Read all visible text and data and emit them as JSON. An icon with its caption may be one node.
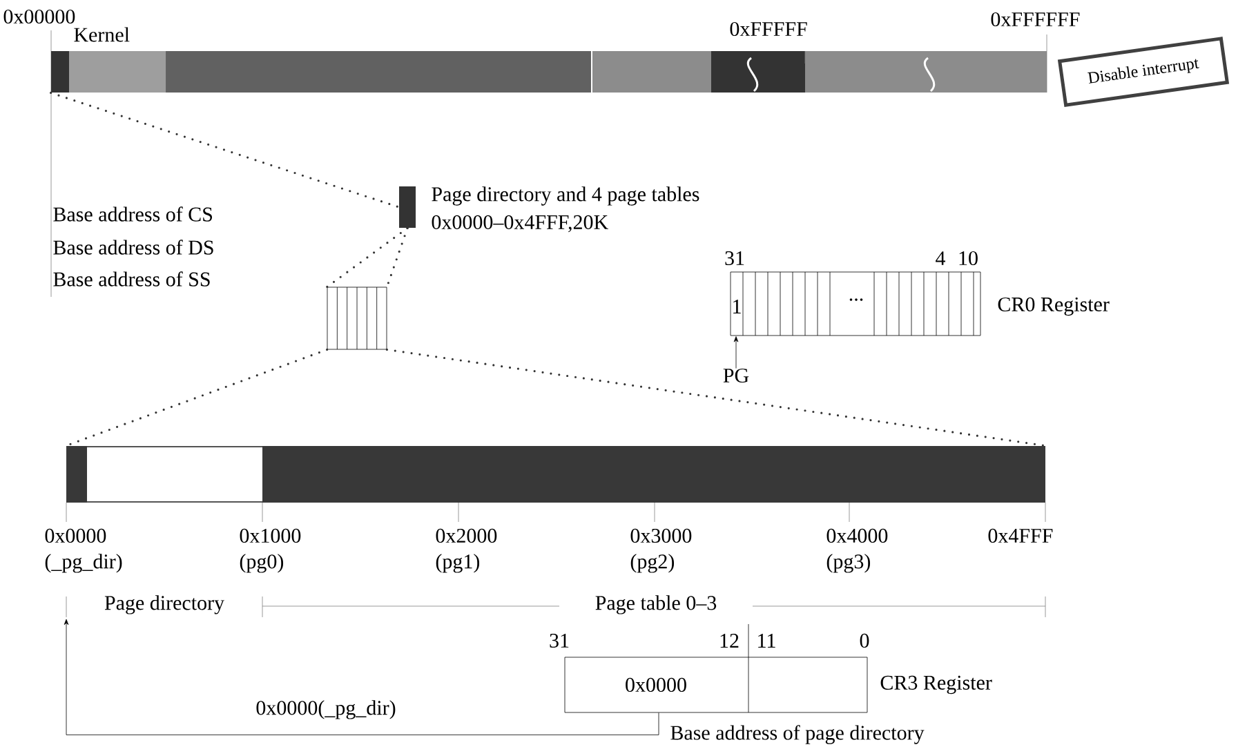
{
  "diagram": {
    "nodes": [
      {
        "text": [
          "Disable interrupt"
        ]
      },
      {
        "text": [],
        "shape": "bar"
      },
      {
        "text": [],
        "shape": "bar",
        "beside": [
          "Page directory and 4 page tables",
          "0x0000–0x4FFF,20K"
        ]
      },
      {
        "text": [],
        "shape": "box"
      },
      {
        "text": [],
        "shape": "bar"
      },
      {
        "text": [
          "1",
          "..."
        ],
        "beside": [
          "CR0 Register"
        ]
      },
      {
        "text": [
          "PG"
        ]
      },
      {
        "text": [
          "0x0000"
        ],
        "beside": [
          "CR3 Register"
        ]
      }
    ],
    "edges": [
      {
        "from": 1,
        "to": 2,
        "arrow": "none",
        "style": "dashed"
      },
      {
        "from": 2,
        "to": 3,
        "arrow": "none",
        "style": "dashed"
      },
      {
        "from": 2,
        "to": 3,
        "arrow": "none",
        "style": "dashed"
      },
      {
        "from": 3,
        "to": 4,
        "arrow": "none",
        "style": "dashed"
      },
      {
        "from": 3,
        "to": 4,
        "arrow": "none",
        "style": "dashed"
      },
      {
        "from": 6,
        "to": 5,
        "arrow": "to"
      },
      {
        "from": 7,
        "to": null,
        "arrow": "to",
        "label": "0x0000(_pg_dir)"
      }
    ],
    "labels": [
      "0x00000",
      "0xFFFFFF",
      "Kernel",
      "0xFFFFF",
      "Base address of CS",
      "Base address of DS",
      "Base address of SS",
      "31",
      "4",
      "10",
      "0x0000",
      "(_pg_dir)",
      "0x1000",
      "(pg0)",
      "0x2000",
      "(pg1)",
      "0x3000",
      "(pg2)",
      "0x4000",
      "(pg3)",
      "0x4FFF",
      "Page directory",
      "Page table 0–3",
      "31",
      "12",
      "11",
      "0",
      "Base address of page directory"
    ]
  }
}
